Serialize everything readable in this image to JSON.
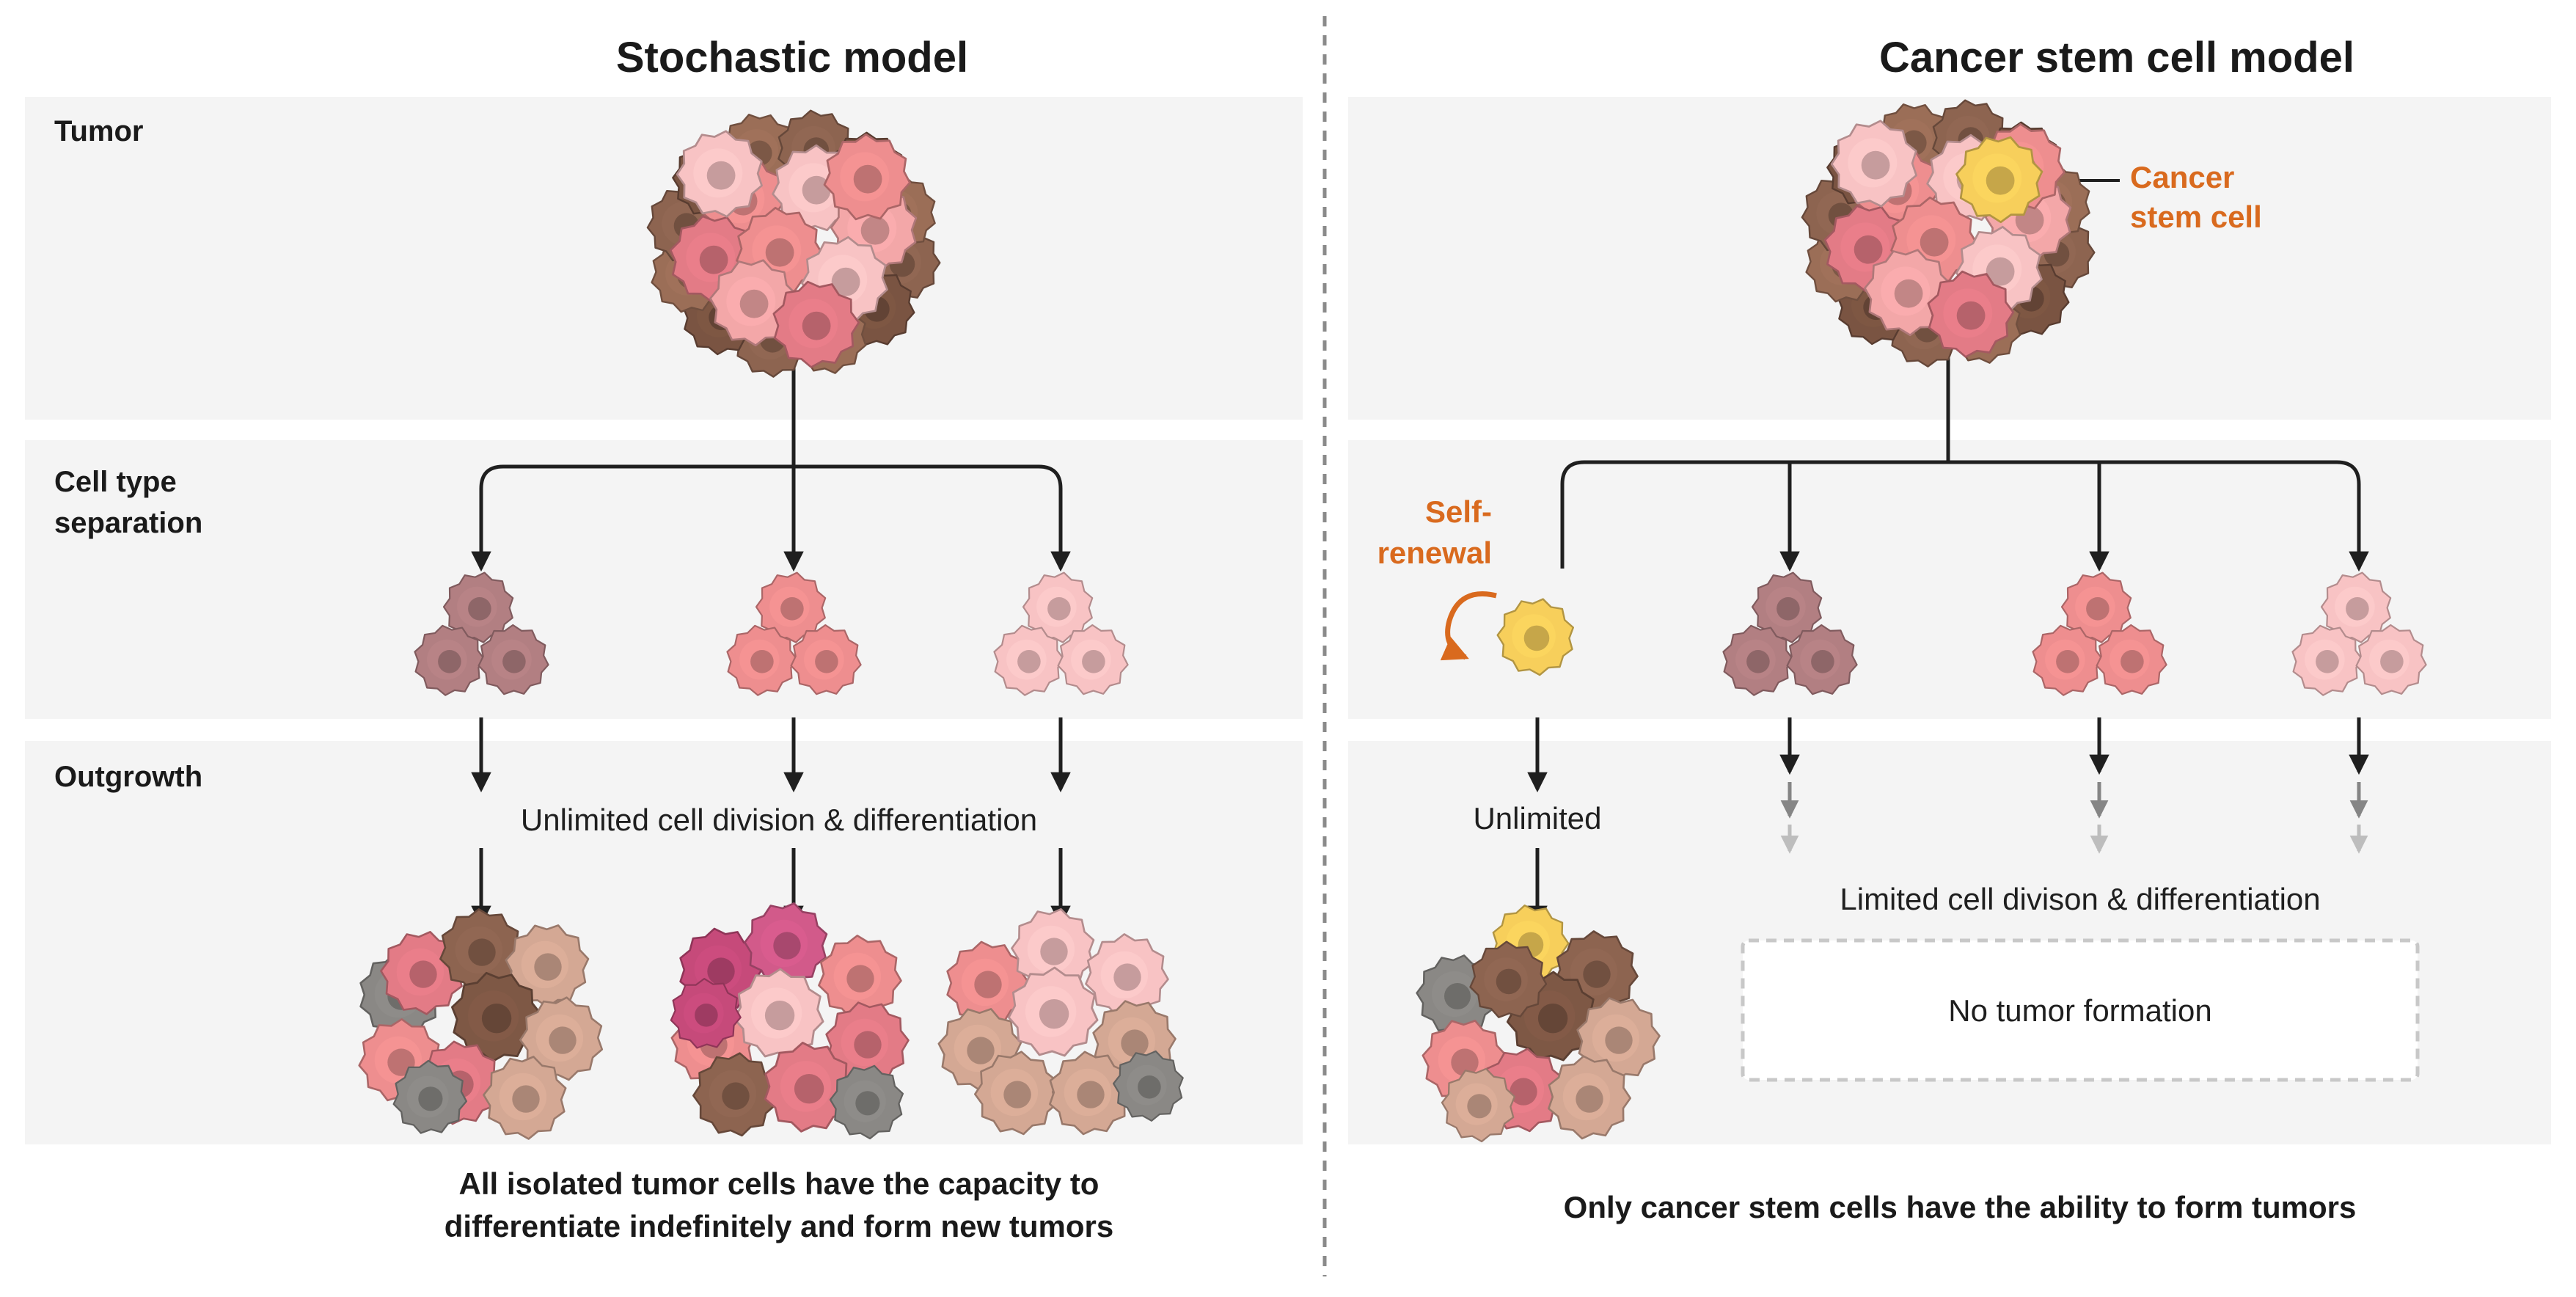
{
  "left": {
    "title": "Stochastic model",
    "rows": {
      "tumor": "Tumor",
      "separation_line1": "Cell type",
      "separation_line2": "separation",
      "outgrowth": "Outgrowth"
    },
    "division_text": "Unlimited cell division & differentiation",
    "caption_line1": "All isolated tumor cells have the capacity to",
    "caption_line2": "differentiate indefinitely and form new tumors"
  },
  "right": {
    "title": "Cancer stem cell model",
    "csc_label_line1": "Cancer",
    "csc_label_line2": "stem cell",
    "self_renewal_line1": "Self-",
    "self_renewal_line2": "renewal",
    "unlimited_text": "Unlimited",
    "limited_text": "Limited cell divison & differentiation",
    "no_tumor_text": "No tumor formation",
    "caption": "Only cancer stem cells have the ability to form tumors"
  },
  "colors": {
    "panel_bg": "#f4f4f4",
    "arrow": "#1f1f1f",
    "accent_orange": "#d96a1e",
    "stem_yellow": "#f7cf5b",
    "cell_brown": "#8d6450",
    "cell_mauve": "#b27f82",
    "cell_salmon": "#ee8e8f",
    "cell_light_pink": "#f8c3c4",
    "cell_rose": "#e37b86",
    "cell_tan": "#d4a894",
    "cell_gray": "#8a8885",
    "cell_magenta": "#c64a7a"
  },
  "icons": [
    "tumor-cluster-icon",
    "cancer-stem-cell-icon",
    "cell-cluster-icon",
    "self-renewal-arrow-icon"
  ]
}
